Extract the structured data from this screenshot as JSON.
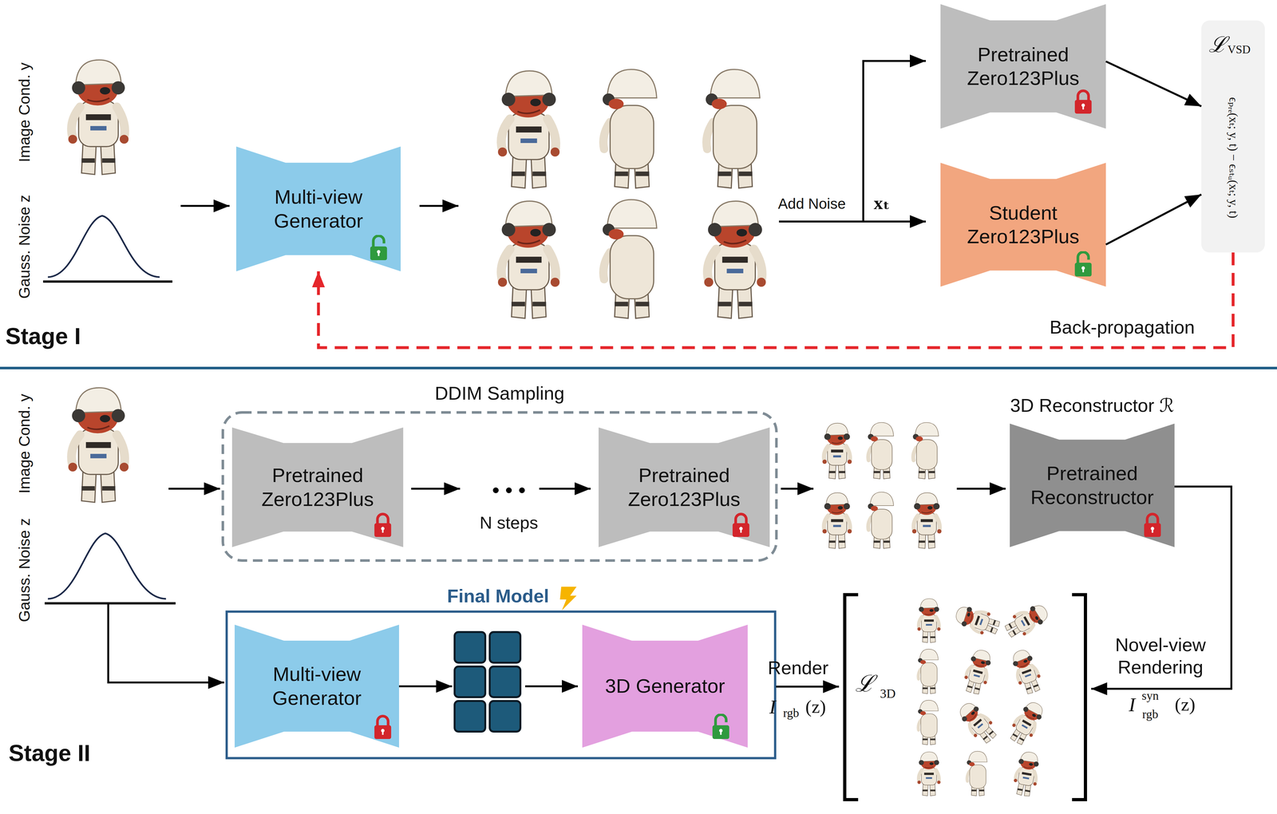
{
  "diagram": {
    "nodes": [
      {
        "text": [
          "Multi-view Generator"
        ]
      },
      {
        "text": [
          "Pretrained Zero123Plus"
        ]
      },
      {
        "text": [
          "Student Zero123Plus"
        ]
      },
      {
        "text": [
          "ℒ",
          "VSD",
          "ϵₚᵣₑ(xₜ; y, t) − ϵₛₜᵤ(xₜ; y, t)"
        ]
      },
      {
        "text": [
          "DDIM Sampling"
        ]
      },
      {
        "text": [
          "Pretrained Zero123Plus"
        ],
        "in": 4
      },
      {
        "text": [
          "Pretrained Zero123Plus"
        ],
        "in": 4
      },
      {
        "text": [
          "3D Reconstructor ℛ",
          "Pretrained Reconstructor"
        ]
      },
      {
        "text": [
          "Final Model"
        ]
      },
      {
        "text": [
          "Multi-view Generator"
        ],
        "in": 8
      },
      {
        "text": [
          "3D Generator"
        ],
        "in": 8
      },
      {
        "text": [
          "ℒ",
          "3D"
        ]
      }
    ],
    "edges": [
      {
        "from": 1,
        "to": 3,
        "arrow": "to"
      },
      {
        "from": 2,
        "to": 3,
        "arrow": "to"
      },
      {
        "from": 3,
        "to": 0,
        "arrow": "to",
        "label": "Back-propagation"
      },
      {
        "from": 7,
        "to": 11,
        "arrow": "to",
        "label": "Novel-view Rendering"
      },
      {
        "from": 8,
        "to": 11,
        "arrow": "to",
        "label": "Render"
      }
    ],
    "labels": [
      "Image Cond. y",
      "Gauss. Noise z",
      "Add Noise",
      "xₜ",
      "Stage I",
      "Image Cond. y",
      "Gauss. Noise z",
      "N steps",
      "I",
      "rgb",
      "(z)",
      "I",
      "syn",
      "rgb",
      "(z)",
      "Stage II"
    ]
  }
}
